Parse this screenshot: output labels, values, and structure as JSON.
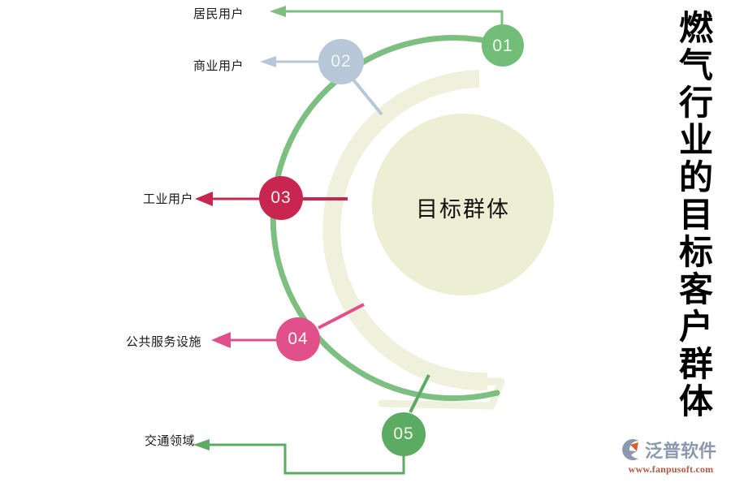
{
  "headline": {
    "text": "燃气行业的目标客户群体",
    "chars": [
      "燃",
      "气",
      "行",
      "业",
      "的",
      "目",
      "标",
      "客",
      "户",
      "群",
      "体"
    ]
  },
  "center": {
    "label": "目标群体",
    "fill": "#ecefd4"
  },
  "nodes": [
    {
      "num": "01",
      "label": "居民用户",
      "color": "#72bd77",
      "connector_color": "#72bd77"
    },
    {
      "num": "02",
      "label": "商业用户",
      "color": "#b7c7d8",
      "connector_color": "#b7c7d8"
    },
    {
      "num": "03",
      "label": "工业用户",
      "color": "#c92551",
      "connector_color": "#c92551"
    },
    {
      "num": "04",
      "label": "公共服务设施",
      "color": "#e2508b",
      "connector_color": "#e2508b"
    },
    {
      "num": "05",
      "label": "交通领域",
      "color": "#5cab62",
      "connector_color": "#5cab62"
    }
  ],
  "arcs": {
    "outer_color": "#7dbf80",
    "inner_color": "#eff1dc"
  },
  "logo": {
    "name": "泛普软件",
    "url": "www.fanpusoft.com",
    "mark_color": "#8a99ad",
    "mark_accent": "#d4622f"
  }
}
